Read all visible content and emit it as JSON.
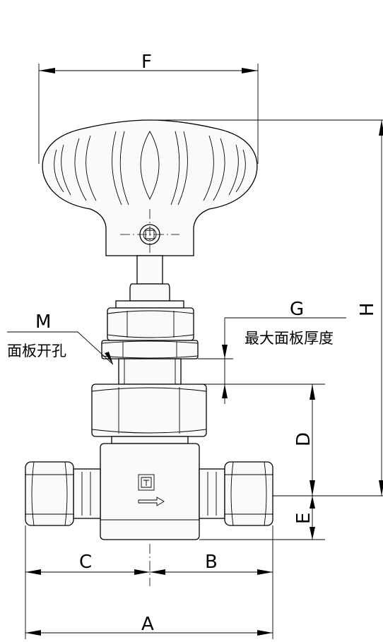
{
  "dimensions": {
    "A": "A",
    "B": "B",
    "C": "C",
    "D": "D",
    "E": "E",
    "F": "F",
    "G": "G",
    "H": "H",
    "M": "M"
  },
  "labels": {
    "panel_hole": "面板开孔",
    "max_panel_thickness": "最大面板厚度"
  }
}
